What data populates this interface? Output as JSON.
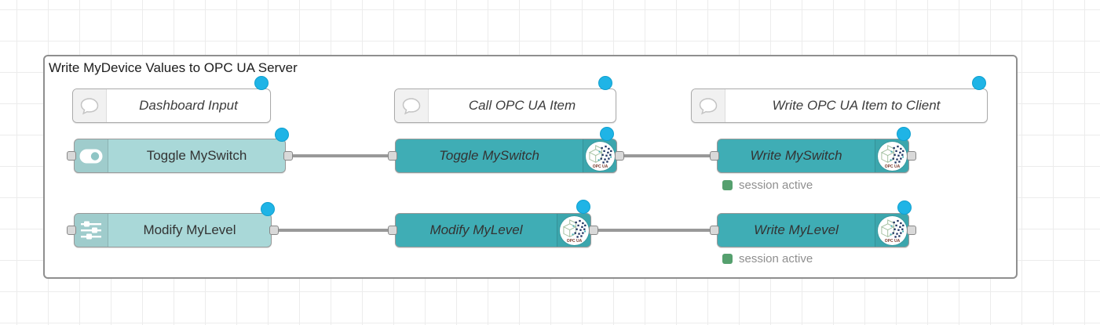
{
  "group": {
    "label": "Write MyDevice Values to OPC UA Server"
  },
  "comments": {
    "dashboard_input": {
      "label": "Dashboard Input",
      "icon": "comment-bubble-icon"
    },
    "call_opc_ua_item": {
      "label": "Call OPC UA Item",
      "icon": "comment-bubble-icon"
    },
    "write_opc_ua_item_to_client": {
      "label": "Write OPC UA Item to Client",
      "icon": "comment-bubble-icon"
    }
  },
  "nodes": {
    "toggle_myswitch_input": {
      "label": "Toggle MySwitch",
      "icon": "toggle-icon"
    },
    "modify_mylevel_input": {
      "label": "Modify MyLevel",
      "icon": "sliders-icon"
    },
    "toggle_myswitch_opcua": {
      "label": "Toggle MySwitch",
      "icon": "opc-ua-icon"
    },
    "modify_mylevel_opcua": {
      "label": "Modify MyLevel",
      "icon": "opc-ua-icon"
    },
    "write_myswitch": {
      "label": "Write MySwitch",
      "icon": "opc-ua-icon",
      "status": "session active"
    },
    "write_mylevel": {
      "label": "Write MyLevel",
      "icon": "opc-ua-icon",
      "status": "session active"
    }
  },
  "opc_ua_icon_text": "OPC UA",
  "colors": {
    "node_teal": "#3fadb5",
    "node_light_teal": "#a9d8d8",
    "wire_gray": "#999999",
    "changed_badge_blue": "#1fb4e6",
    "status_green": "#55a06e",
    "grid_line": "#ececec",
    "group_border": "#8f8f8f"
  }
}
